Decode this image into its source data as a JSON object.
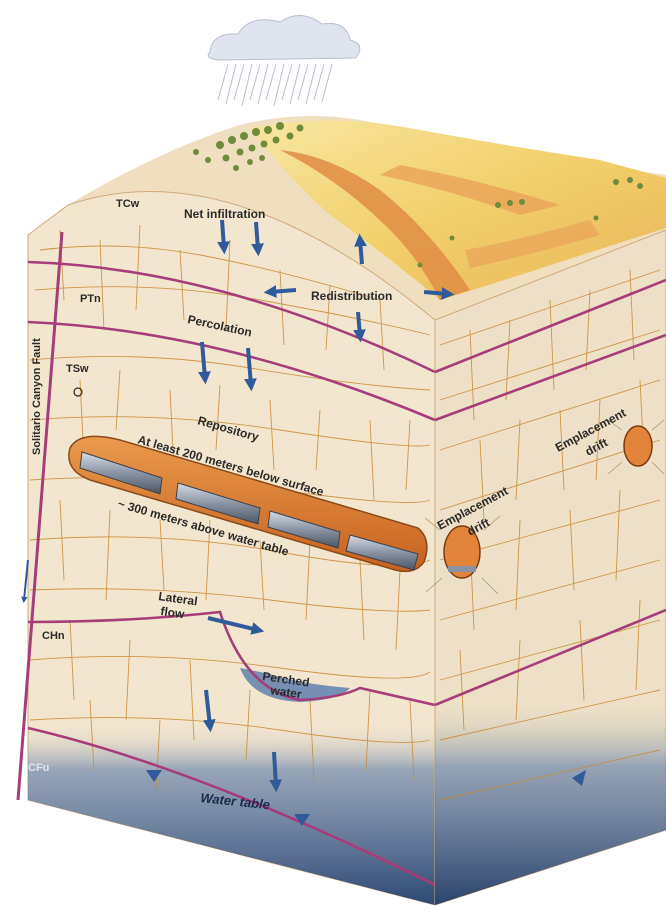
{
  "labels": {
    "tcw": "TCw",
    "ptn": "PTn",
    "tsw": "TSw",
    "chn": "CHn",
    "cfu": "CFu",
    "fault": "Solitario Canyon Fault",
    "net_infiltration": "Net infiltration",
    "redistribution": "Redistribution",
    "percolation": "Percolation",
    "repository": "Repository",
    "repository_depth": "At least 200 meters below surface",
    "above_water_table": "~ 300 meters above water table",
    "emplacement_drift": "Emplacement",
    "emplacement_drift_2": "drift",
    "lateral_flow": "Lateral",
    "lateral_flow_2": "flow",
    "perched_water": "Perched",
    "perched_water_2": "water",
    "water_table": "Water table"
  },
  "icons": {
    "cloud": "rain-cloud-icon",
    "arrow": "flow-arrow-icon",
    "triangle": "water-table-marker-icon"
  },
  "colors": {
    "rock": "#f3e6cf",
    "fracture": "#c8892e",
    "contact_line": "#a63d7a",
    "arrow": "#2f5b9a",
    "groundwater": "#2a4d80",
    "sand": "#f2cf6a",
    "vegetation": "#6e8a3a",
    "repository": "#d9772b"
  }
}
